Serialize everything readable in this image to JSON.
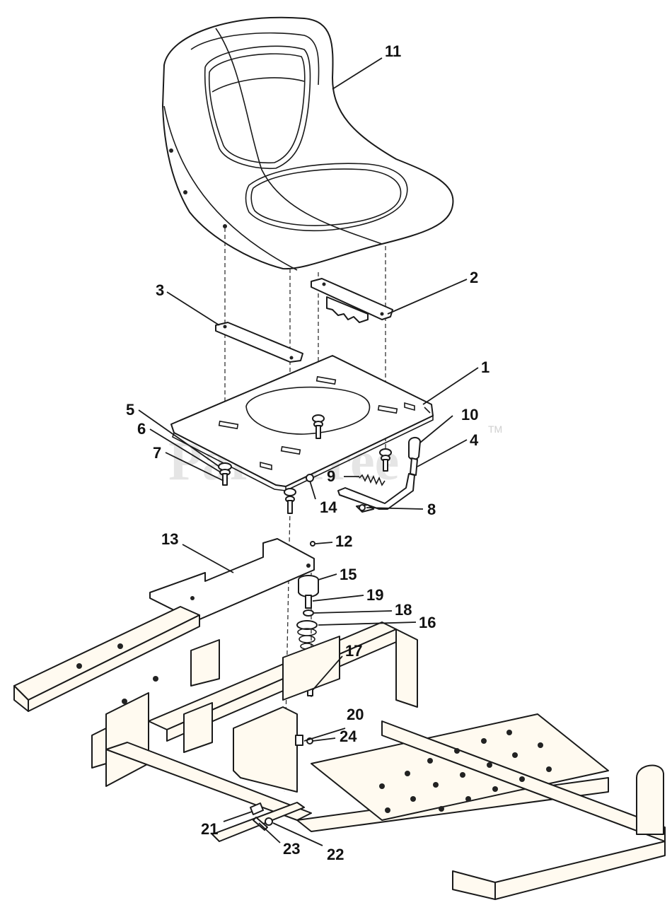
{
  "watermark": {
    "text": "PartsTree",
    "trademark": "TM"
  },
  "callouts": {
    "n1": "1",
    "n2": "2",
    "n3": "3",
    "n4": "4",
    "n5": "5",
    "n6": "6",
    "n7": "7",
    "n8": "8",
    "n9": "9",
    "n10": "10",
    "n11": "11",
    "n12": "12",
    "n13": "13",
    "n14": "14",
    "n15": "15",
    "n16": "16",
    "n17": "17",
    "n18": "18",
    "n19": "19",
    "n20": "20",
    "n21": "21",
    "n22": "22",
    "n23": "23",
    "n24": "24"
  }
}
